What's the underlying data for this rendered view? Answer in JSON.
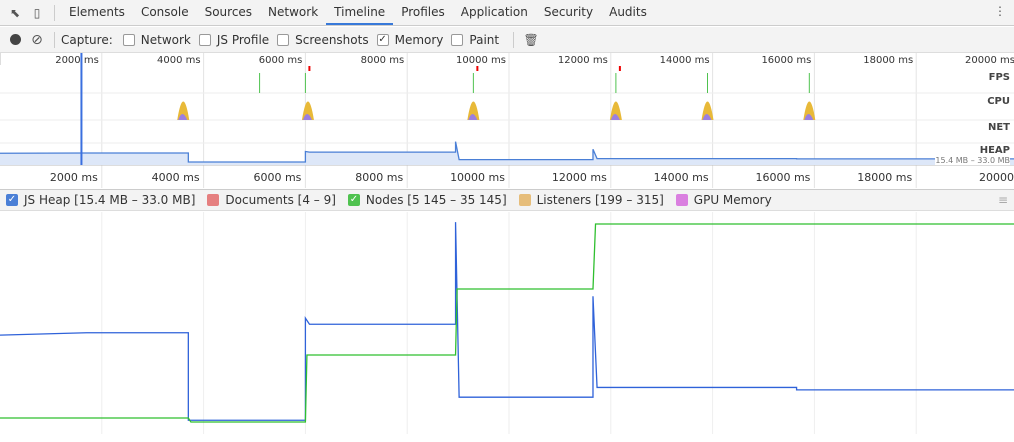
{
  "tabs": [
    "Elements",
    "Console",
    "Sources",
    "Network",
    "Timeline",
    "Profiles",
    "Application",
    "Security",
    "Audits"
  ],
  "active_tab": "Timeline",
  "toolbar": {
    "capture_label": "Capture:",
    "options": [
      {
        "label": "Network",
        "checked": false
      },
      {
        "label": "JS Profile",
        "checked": false
      },
      {
        "label": "Screenshots",
        "checked": false
      },
      {
        "label": "Memory",
        "checked": true
      },
      {
        "label": "Paint",
        "checked": false
      }
    ]
  },
  "overview": {
    "ticks": [
      "2000 ms",
      "4000 ms",
      "6000 ms",
      "8000 ms",
      "10000 ms",
      "12000 ms",
      "14000 ms",
      "16000 ms",
      "18000 ms",
      "20000 ms"
    ],
    "rows": {
      "fps": "FPS",
      "cpu": "CPU",
      "net": "NET",
      "heap": "HEAP"
    },
    "heap_range": "15.4 MB – 33.0 MB",
    "fps_bars_ms": [
      5100,
      6000,
      9300,
      12100,
      13900,
      15900
    ],
    "cpu_peaks_ms": [
      3600,
      6050,
      9300,
      12100,
      13900,
      15900
    ],
    "cursor_ms": 1600
  },
  "ruler": [
    "2000 ms",
    "4000 ms",
    "6000 ms",
    "8000 ms",
    "10000 ms",
    "12000 ms",
    "14000 ms",
    "16000 ms",
    "18000 ms",
    "20000"
  ],
  "legend": [
    {
      "label": "JS Heap [15.4 MB – 33.0 MB]",
      "color": "#4a7fd6",
      "checked": true
    },
    {
      "label": "Documents [4 – 9]",
      "color": "#e57f7f",
      "checked": false
    },
    {
      "label": "Nodes [5 145 – 35 145]",
      "color": "#4fc24f",
      "checked": true
    },
    {
      "label": "Listeners [199 – 315]",
      "color": "#e6bd7a",
      "checked": false
    },
    {
      "label": "GPU Memory",
      "color": "#da7fe0",
      "checked": false
    }
  ],
  "chart_data": {
    "type": "line",
    "x_unit": "ms",
    "xlim": [
      0,
      20000
    ],
    "series": [
      {
        "name": "JS Heap",
        "unit": "MB",
        "ylim": [
          15.4,
          33.0
        ],
        "color": "#2f62d9",
        "points": [
          [
            0,
            23.2
          ],
          [
            1700,
            23.4
          ],
          [
            3700,
            23.4
          ],
          [
            3700,
            16.2
          ],
          [
            6000,
            16.2
          ],
          [
            6000,
            24.6
          ],
          [
            6080,
            24.1
          ],
          [
            8950,
            24.1
          ],
          [
            8950,
            32.5
          ],
          [
            9020,
            18.1
          ],
          [
            11650,
            18.1
          ],
          [
            11650,
            26.4
          ],
          [
            11730,
            18.9
          ],
          [
            15650,
            18.9
          ],
          [
            15650,
            18.7
          ],
          [
            20000,
            18.7
          ]
        ]
      },
      {
        "name": "Nodes",
        "ylim": [
          5145,
          35145
        ],
        "color": "#2fbf2f",
        "points": [
          [
            0,
            6827
          ],
          [
            3700,
            6827
          ],
          [
            3750,
            6267
          ],
          [
            6000,
            6267
          ],
          [
            6030,
            15659
          ],
          [
            8950,
            15659
          ],
          [
            8980,
            24911
          ],
          [
            11650,
            24911
          ],
          [
            11700,
            34023
          ],
          [
            20000,
            34023
          ]
        ]
      }
    ]
  }
}
